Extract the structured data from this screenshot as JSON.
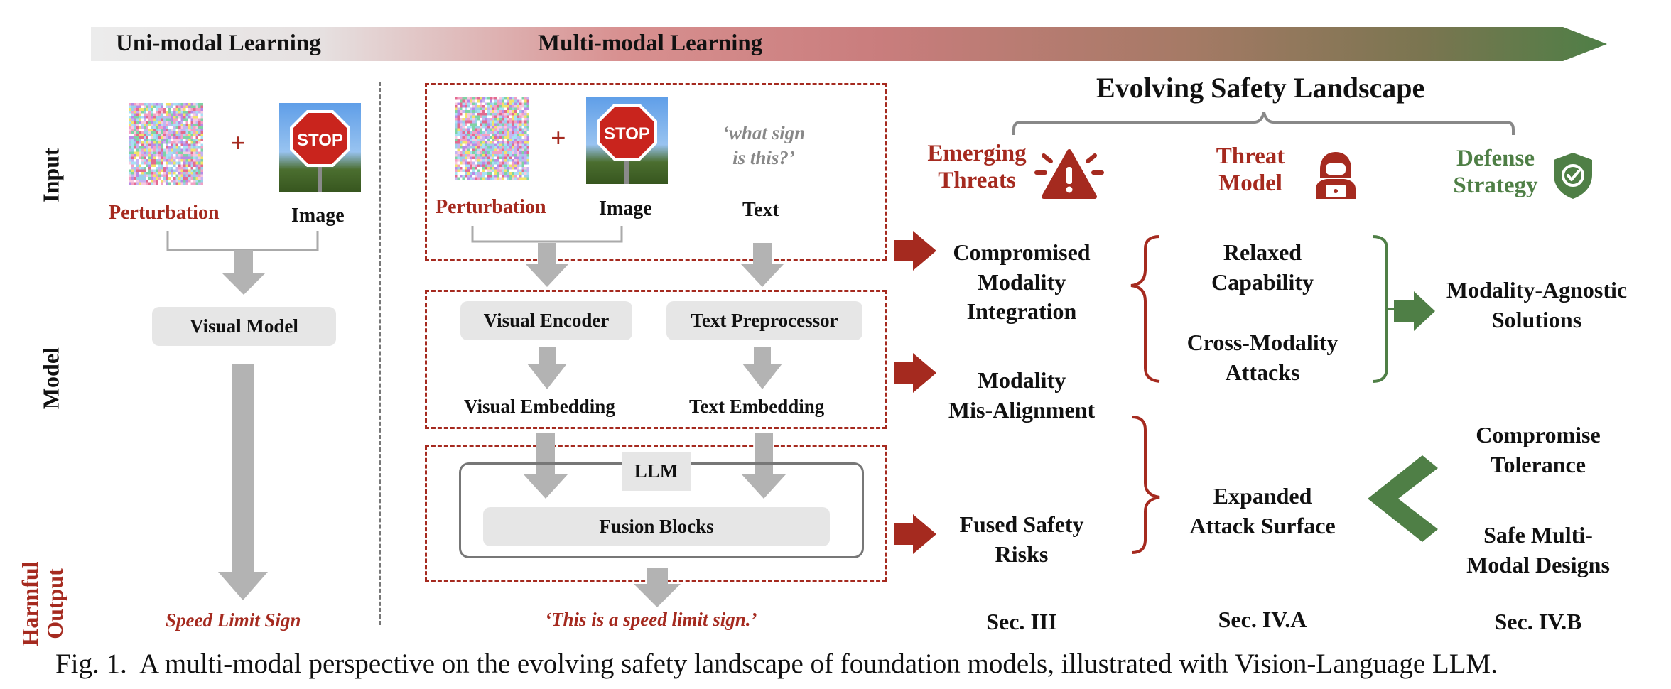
{
  "banner": {
    "left_label": "Uni-modal Learning",
    "right_label": "Multi-modal Learning"
  },
  "row_labels": {
    "input": "Input",
    "model": "Model",
    "harmful_output": [
      "Harmful",
      "Output"
    ]
  },
  "unimodal": {
    "perturbation_label": "Perturbation",
    "plus": "+",
    "image_label": "Image",
    "stop_text": "STOP",
    "model_label": "Visual Model",
    "output": "Speed Limit Sign"
  },
  "multimodal": {
    "perturbation_label": "Perturbation",
    "plus": "+",
    "image_label": "Image",
    "stop_text": "STOP",
    "text_query": [
      "‘what sign",
      "is this?’"
    ],
    "text_label": "Text",
    "visual_encoder": "Visual Encoder",
    "text_preprocessor": "Text Preprocessor",
    "visual_embedding": "Visual Embedding",
    "text_embedding": "Text Embedding",
    "llm": "LLM",
    "fusion_blocks": "Fusion Blocks",
    "output": "‘This is a speed limit sign.’"
  },
  "landscape": {
    "title": "Evolving Safety Landscape",
    "emerging_threats": {
      "header": [
        "Emerging",
        "Threats"
      ],
      "items": [
        [
          "Compromised",
          "Modality",
          "Integration"
        ],
        [
          "Modality",
          "Mis-Alignment"
        ],
        [
          "Fused Safety",
          "Risks"
        ]
      ],
      "section": "Sec. III"
    },
    "threat_model": {
      "header": [
        "Threat",
        "Model"
      ],
      "items": [
        [
          "Relaxed",
          "Capability"
        ],
        [
          "Cross-Modality",
          "Attacks"
        ],
        [
          "Expanded",
          "Attack Surface"
        ]
      ],
      "section": "Sec. IV.A"
    },
    "defense_strategy": {
      "header": [
        "Defense",
        "Strategy"
      ],
      "items": [
        [
          "Modality-Agnostic",
          "Solutions"
        ],
        [
          "Compromise",
          "Tolerance"
        ],
        [
          "Safe Multi-",
          "Modal Designs"
        ]
      ],
      "section": "Sec. IV.B"
    }
  },
  "caption": "Fig. 1.  A multi-modal perspective on the evolving safety landscape of foundation models, illustrated with Vision-Language LLM.",
  "colors": {
    "accent_red": "#a52a1f",
    "accent_green": "#4f7f46",
    "arrow_gray": "#b3b3b3",
    "pill_gray": "#e6e6e6"
  },
  "icons": [
    "warning-icon",
    "hacker-icon",
    "shield-check-icon",
    "stop-sign-icon"
  ]
}
